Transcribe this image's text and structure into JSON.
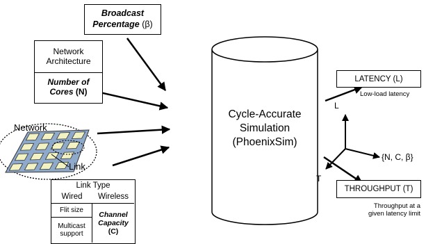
{
  "inputs": {
    "broadcast": {
      "line1": "Broadcast",
      "line2": "Percentage",
      "symbol": "(β)"
    },
    "network_arch": {
      "line1": "Network",
      "line2": "Architecture",
      "cores1": "Number of",
      "cores2": "Cores",
      "cores_symbol": "(N)"
    },
    "network_label": "Network",
    "link_label": "Link",
    "link_type": {
      "title": "Link Type",
      "wired": "Wired",
      "wireless": "Wireless",
      "flit": "Flit size",
      "multicast1": "Multicast",
      "multicast2": "support",
      "channel1": "Channel",
      "channel2": "Capacity",
      "channel_symbol": "(C)"
    }
  },
  "simulator": {
    "line1": "Cycle-Accurate",
    "line2": "Simulation",
    "line3": "(PhoenixSim)"
  },
  "outputs": {
    "latency": {
      "label": "LATENCY (L)",
      "note": "Low-load latency"
    },
    "throughput": {
      "label": "THROUGHPUT (T)",
      "note1": "Throughput at a",
      "note2": "given latency limit"
    }
  },
  "axes": {
    "l": "L",
    "t": "T",
    "params": "{N, C, β}"
  },
  "colors": {
    "tile_fill": "#f2f2c2",
    "grid_fill": "#8ea9c9",
    "stroke": "#000000"
  }
}
